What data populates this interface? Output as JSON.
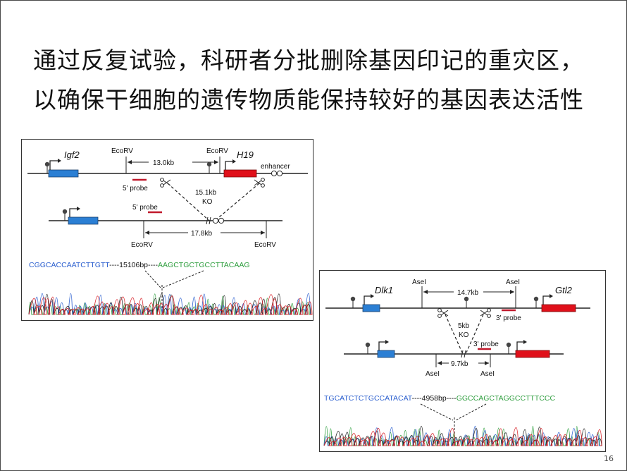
{
  "slide": {
    "title_line1": "通过反复试验，科研者分批删除基因印记的重灾区，",
    "title_line2": "以确保干细胞的遗传物质能保持较好的基因表达活性",
    "page_number": "16"
  },
  "panel1": {
    "gene_igf2": "Igf2",
    "gene_h19": "H19",
    "ecorv_1": "EcoRV",
    "ecorv_2": "EcoRV",
    "ecorv_3": "EcoRV",
    "ecorv_4": "EcoRV",
    "distance_wt": "13.0kb",
    "enhancer": "enhancer",
    "probe_1": "5' probe",
    "probe_2": "5' probe",
    "ko_size": "15.1kb",
    "ko_label": "KO",
    "distance_ko": "17.8kb",
    "seq_left": "CGGCACCAATCTTGTT",
    "seq_dash_left": "----",
    "seq_middle": "15106bp",
    "seq_dash_right": "----",
    "seq_right": "AAGCTGCTGCCTTACAAG"
  },
  "panel2": {
    "gene_dlk1": "Dlk1",
    "gene_gtl2": "Gtl2",
    "asel_1": "AseI",
    "asel_2": "AseI",
    "asel_3": "AseI",
    "asel_4": "AseI",
    "distance_wt": "14.7kb",
    "probe_1": "3' probe",
    "probe_2": "3' probe",
    "ko_size": "5kb",
    "ko_label": "KO",
    "distance_ko": "9.7kb",
    "seq_left": "TGCATCTCTGCCATACAT",
    "seq_dash_left": "----",
    "seq_middle": "4958bp",
    "seq_dash_right": "----",
    "seq_right": "GGCCAGCTAGGCCTTTCCC"
  },
  "colors": {
    "gene_blue": "#2b7fd4",
    "gene_red": "#e0101a",
    "probe_red": "#c0192b",
    "trace_a": "#2e9e3e",
    "trace_c": "#2b5fcf",
    "trace_g": "#222222",
    "trace_t": "#d8232a"
  }
}
